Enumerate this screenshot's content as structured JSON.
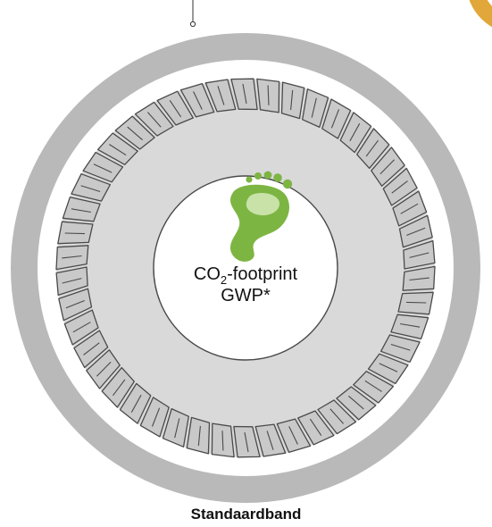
{
  "figure": {
    "center_label": {
      "line1_prefix": "CO",
      "line1_subscript": "2",
      "line1_suffix": "-footprint",
      "line2": "GWP*"
    },
    "caption": "Standaardband"
  },
  "colors": {
    "outer_ring": "#b9b9b9",
    "tread_band": "#d9d9d9",
    "tread_block": "#c9c9c9",
    "outline": "#4a4a4a",
    "footprint": "#7db543",
    "footprint_highlight": "#c8e2a8",
    "badge": "#e2a73a"
  },
  "icons": {
    "center_icon": "footprint-icon"
  }
}
